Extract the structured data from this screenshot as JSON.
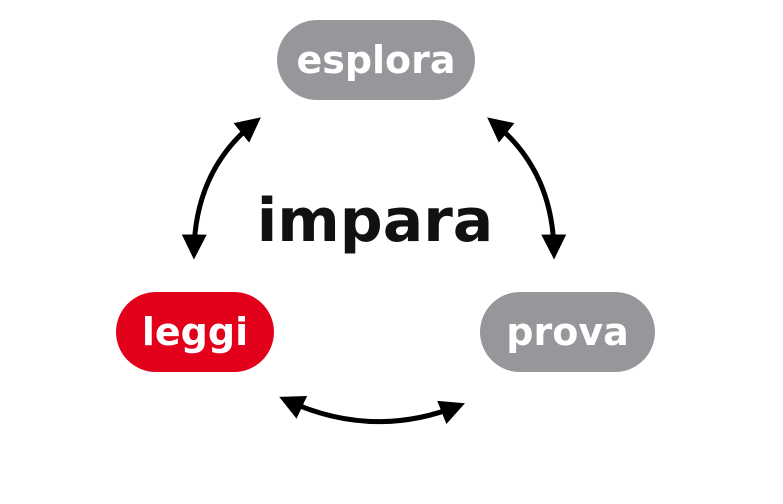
{
  "center_label": "impara",
  "nodes": {
    "esplora": {
      "label": "esplora",
      "color": "#96979b"
    },
    "leggi": {
      "label": "leggi",
      "color": "#e2001a"
    },
    "prova": {
      "label": "prova",
      "color": "#96979b"
    }
  },
  "arrow_color": "#000000"
}
